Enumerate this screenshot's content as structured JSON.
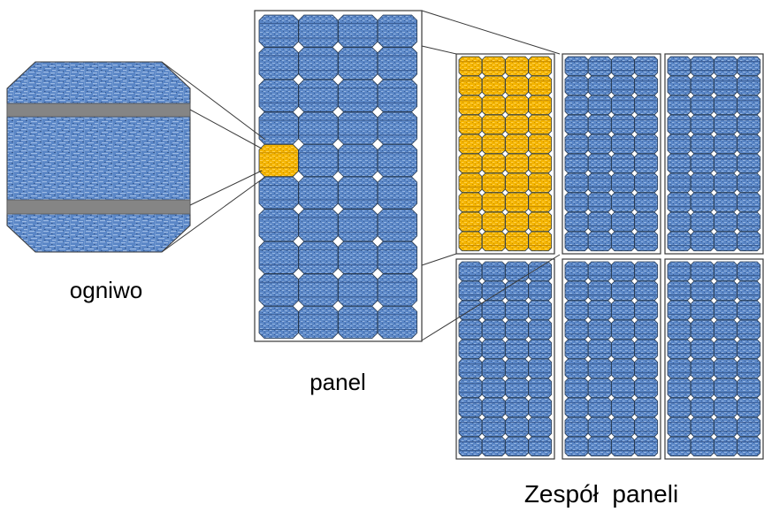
{
  "labels": {
    "cell": "ogniwo",
    "panel": "panel",
    "array": "Zespół  paneli"
  },
  "colors": {
    "cell": "#5a86c6",
    "cell_light": "#9dbbe4",
    "cell_dark": "#34578d",
    "highlight": "#f4b400",
    "highlight_light": "#ffd65a",
    "highlight_dark": "#c48a00",
    "busbar": "#858585",
    "outline": "#26384f"
  }
}
